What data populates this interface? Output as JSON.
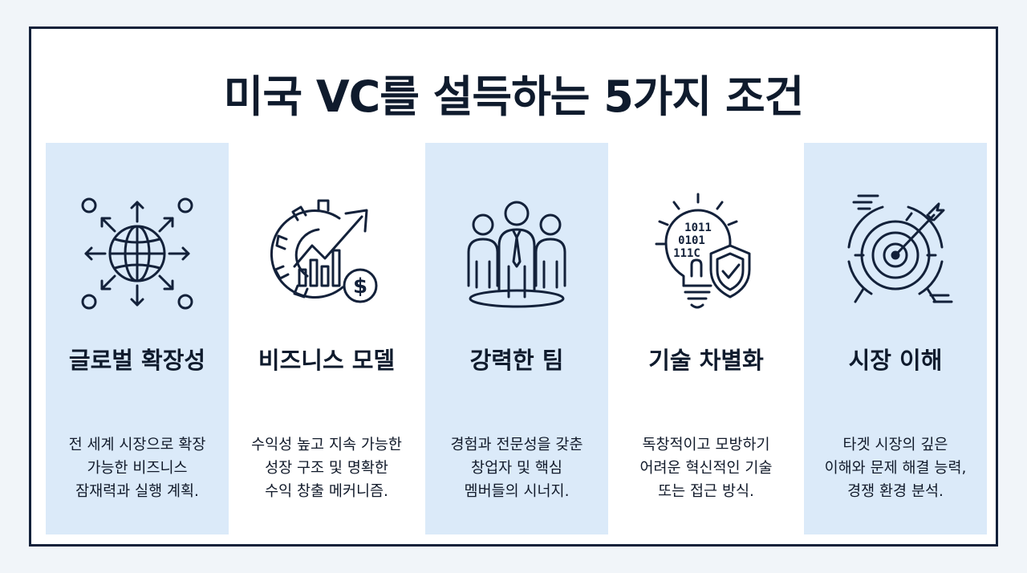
{
  "title": "미국 VC를 설득하는 5가지 조건",
  "cards": [
    {
      "title": "글로벌 확장성",
      "icon": "globe-expansion-icon",
      "desc": [
        "전 세계 시장으로 확장",
        "가능한 비즈니스",
        "잠재력과 실행 계획."
      ]
    },
    {
      "title": "비즈니스 모델",
      "icon": "gear-growth-dollar-icon",
      "desc": [
        "수익성 높고 지속 가능한",
        "성장 구조 및 명확한",
        "수익 창출 메커니즘."
      ]
    },
    {
      "title": "강력한 팀",
      "icon": "team-people-icon",
      "desc": [
        "경험과 전문성을 갖춘",
        "창업자 및 핵심",
        "멤버들의 시너지."
      ]
    },
    {
      "title": "기술 차별화",
      "icon": "lightbulb-shield-icon",
      "desc": [
        "독창적이고 모방하기",
        "어려운 혁신적인 기술",
        "또는 접근 방식."
      ]
    },
    {
      "title": "시장 이해",
      "icon": "target-arrow-icon",
      "desc": [
        "타겟 시장의 깊은",
        "이해와 문제 해결 능력,",
        "경쟁 환경 분석."
      ]
    }
  ],
  "icon_glyph_text": {
    "binary_1": "1011",
    "binary_2": "0101",
    "binary_3": "111C",
    "dollar": "$"
  },
  "colors": {
    "frame": "#13213a",
    "shaded_column": "#dbeaf9",
    "text": "#0f1b2d"
  }
}
